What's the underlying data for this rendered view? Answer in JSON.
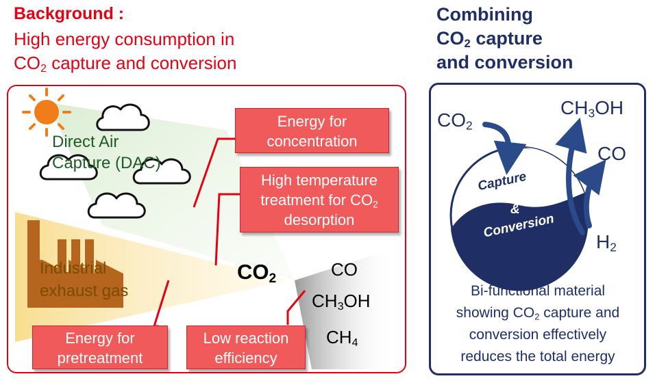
{
  "background": {
    "title": "Background :",
    "subtitle_line1": "High energy consumption in",
    "subtitle_line2_pre": "CO",
    "subtitle_line2_sub": "2",
    "subtitle_line2_post": " capture and conversion"
  },
  "combining": {
    "line1": "Combining",
    "line2_pre": "CO",
    "line2_sub": "2",
    "line2_post": " capture",
    "line3": "and conversion"
  },
  "sources": {
    "dac_line1": "Direct Air",
    "dac_line2": "Capture (DAC)",
    "industrial_line1": "Industrial",
    "industrial_line2": "exhaust gas"
  },
  "energy_boxes": {
    "concentration_line1": "Energy for",
    "concentration_line2": "concentration",
    "desorption_line1": "High temperature",
    "desorption_line2_pre": "treatment for CO",
    "desorption_line2_sub": "2",
    "desorption_line3": "desorption",
    "pretreatment_line1": "Energy for",
    "pretreatment_line2": "pretreatment",
    "reaction_line1": "Low reaction",
    "reaction_line2": "efficiency"
  },
  "center": {
    "co2_pre": "CO",
    "co2_sub": "2"
  },
  "products_left": {
    "co": "CO",
    "ch3oh_a": "CH",
    "ch3oh_sub": "3",
    "ch3oh_b": "OH",
    "ch4_a": "CH",
    "ch4_sub": "4"
  },
  "right_diagram": {
    "co2_pre": "CO",
    "co2_sub": "2",
    "ch3oh_a": "CH",
    "ch3oh_sub": "3",
    "ch3oh_b": "OH",
    "co": "CO",
    "h2_a": "H",
    "h2_sub": "2",
    "capture": "Capture",
    "amp": "&",
    "conversion": "Conversion"
  },
  "bi_functional": {
    "line1": "Bi-functional material",
    "line2_pre": "showing CO",
    "line2_sub": "2",
    "line2_post": " capture and",
    "line3": "conversion effectively",
    "line4": "reduces the total energy"
  },
  "colors": {
    "red": "#e60012",
    "navy": "#1f2f66",
    "box_fill": "#f15a5a",
    "sun": "#ee7d1a",
    "factory": "#b5651d",
    "dac_text": "#1e5a2a"
  },
  "icons": [
    "sun-icon",
    "cloud-icon",
    "factory-icon",
    "arrow-icon"
  ]
}
